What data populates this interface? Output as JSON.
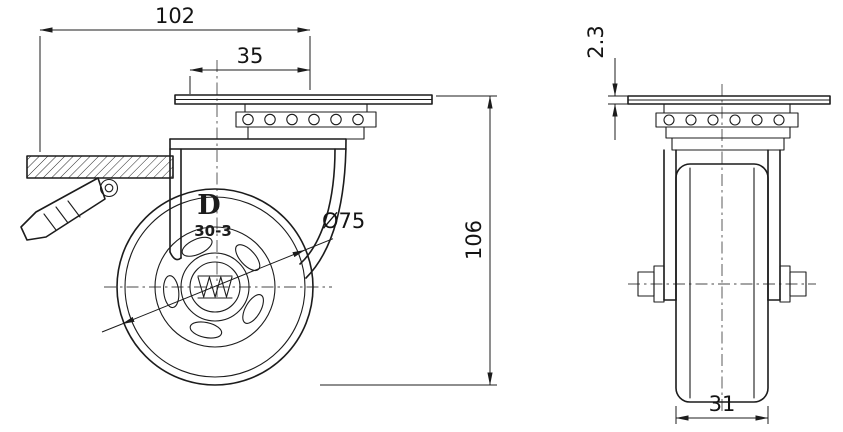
{
  "meta": {
    "description": "Two-view dimensioned engineering drawing of a swivel plate caster with total-lock brake",
    "background": "#ffffff",
    "line_color": "#1c1c1c"
  },
  "side_view": {
    "brand_logo": "D",
    "model_number": "30-3",
    "dims": {
      "overall_length": "102",
      "swivel_offset": "35",
      "overall_height": "106",
      "wheel_diameter": "Ø75"
    }
  },
  "front_view": {
    "dims": {
      "plate_thickness": "2.3",
      "wheel_width": "31"
    }
  }
}
